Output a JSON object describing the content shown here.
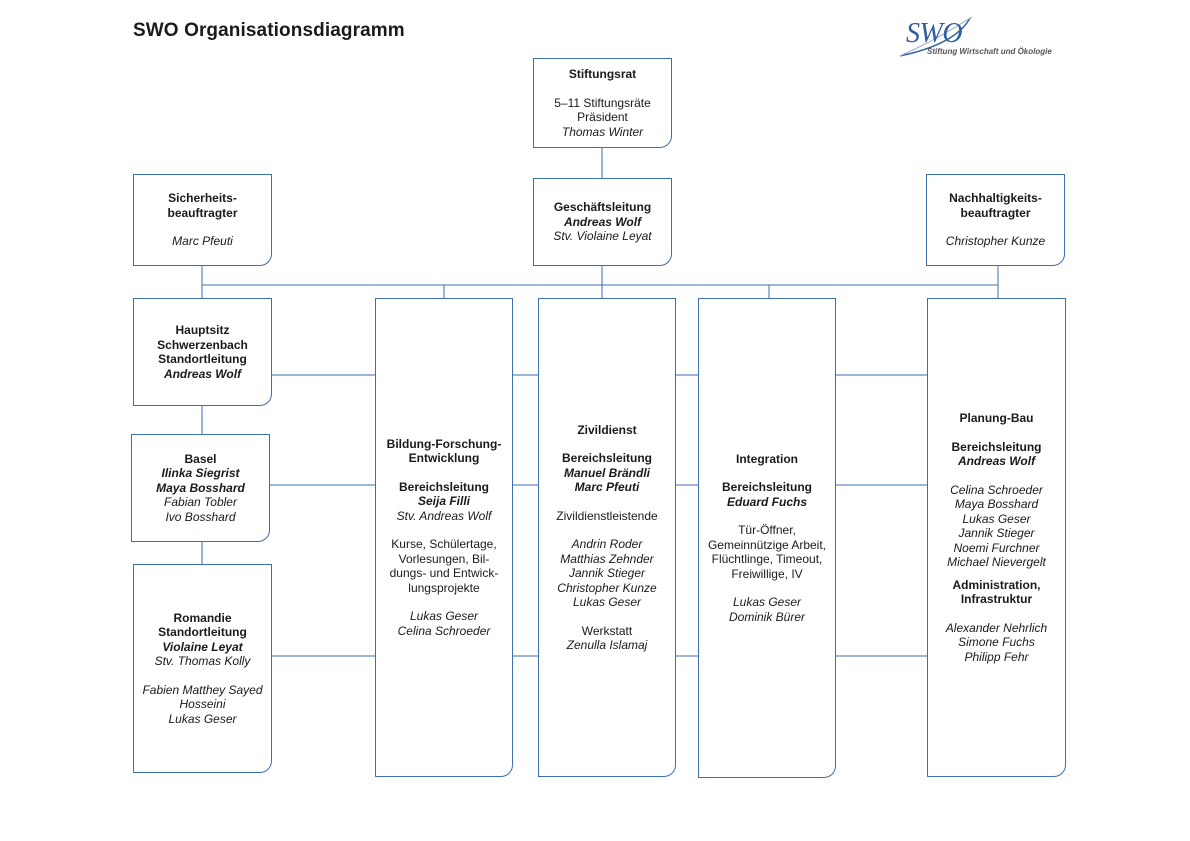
{
  "page": {
    "title": "SWO Organisationsdiagramm"
  },
  "logo": {
    "mark": "SWO",
    "tagline": "Stiftung Wirtschaft und Ökologie"
  },
  "stiftungsrat": {
    "title": "Stiftungsrat",
    "members": "5–11 Stiftungsräte",
    "role": "Präsident",
    "person": "Thomas Winter"
  },
  "geschaeftsleitung": {
    "title": "Geschäftsleitung",
    "lead": "Andreas Wolf",
    "deputy": "Stv. Violaine Leyat"
  },
  "sicherheit": {
    "title_1": "Sicherheits-",
    "title_2": "beauftragter",
    "person": "Marc Pfeuti"
  },
  "nachhaltigkeit": {
    "title_1": "Nachhaltigkeits-",
    "title_2": "beauftragter",
    "person": "Christopher Kunze"
  },
  "hauptsitz": {
    "line_1": "Hauptsitz",
    "line_2": "Schwerzenbach",
    "line_3": "Standortleitung",
    "lead": "Andreas Wolf"
  },
  "basel": {
    "title": "Basel",
    "lead_1": "Ilinka Siegrist",
    "lead_2": "Maya Bosshard",
    "staff": [
      "Fabian Tobler",
      "Ivo Bosshard"
    ]
  },
  "romandie": {
    "title": "Romandie",
    "role": "Standortleitung",
    "lead": "Violaine Leyat",
    "deputy": "Stv. Thomas Kolly",
    "staff": [
      "Fabien Matthey Sayed",
      "Hosseini",
      "Lukas Geser"
    ]
  },
  "bildung": {
    "title_1": "Bildung-Forschung-",
    "title_2": "Entwicklung",
    "role": "Bereichsleitung",
    "lead": "Seija Filli",
    "deputy": "Stv. Andreas Wolf",
    "description": [
      "Kurse, Schülertage,",
      "Vorlesungen, Bil-",
      "dungs- und Entwick-",
      "lungsprojekte"
    ],
    "staff": [
      "Lukas Geser",
      "Celina Schroeder"
    ]
  },
  "zivildienst": {
    "title": "Zivildienst",
    "role": "Bereichsleitung",
    "lead_1": "Manuel Brändli",
    "lead_2": "Marc Pfeuti",
    "group": "Zivildienstleistende",
    "staff": [
      "Andrin Roder",
      "Matthias Zehnder",
      "Jannik Stieger",
      "Christopher Kunze",
      "Lukas Geser"
    ],
    "workshop": "Werkstatt",
    "workshop_person": "Zenulla Islamaj"
  },
  "integration": {
    "title": "Integration",
    "role": "Bereichsleitung",
    "lead": "Eduard Fuchs",
    "description": [
      "Tür-Öffner,",
      "Gemeinnützige Arbeit,",
      "Flüchtlinge, Timeout,",
      "Freiwillige, IV"
    ],
    "staff": [
      "Lukas Geser",
      "Dominik Bürer"
    ]
  },
  "planung": {
    "title": "Planung-Bau",
    "role": "Bereichsleitung",
    "lead": "Andreas Wolf",
    "staff": [
      "Celina Schroeder",
      "Maya Bosshard",
      "Lukas Geser",
      "Jannik Stieger",
      "Noemi Furchner",
      "Michael Nievergelt"
    ],
    "admin_1": "Administration,",
    "admin_2": "Infrastruktur",
    "admin_staff": [
      "Alexander Nehrlich",
      "Simone Fuchs",
      "Philipp Fehr"
    ]
  },
  "colors": {
    "line": "#3d6fb0",
    "logo": "#2f5f9e"
  }
}
